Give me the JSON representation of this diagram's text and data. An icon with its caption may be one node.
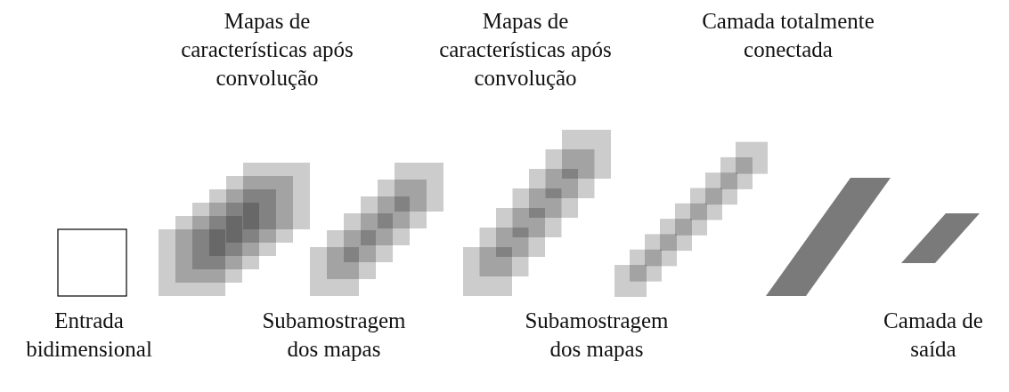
{
  "diagram": {
    "labels": [
      "Mapas de características após convolução",
      "Mapas de características após convolução",
      "Camada totalmente conectada",
      "Entrada bidimensional",
      "Subamostragem dos mapas",
      "Subamostragem dos mapas",
      "Camada de saída"
    ]
  }
}
